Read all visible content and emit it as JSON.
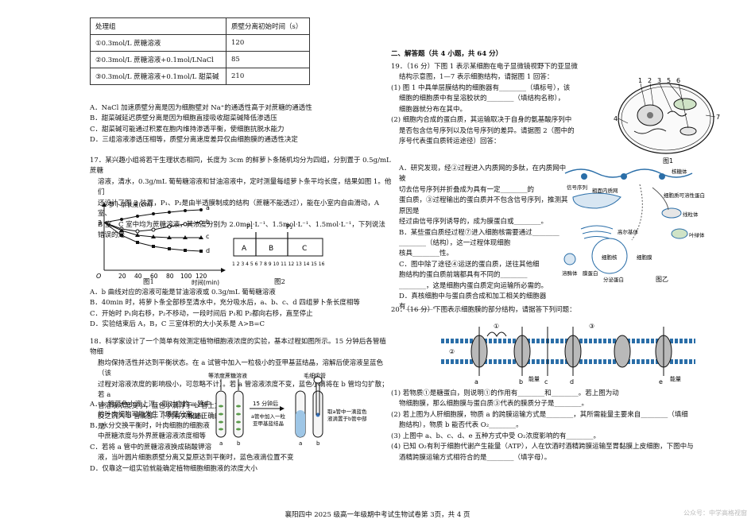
{
  "table": {
    "header": [
      "处理组",
      "质壁分离初始时间（s）"
    ],
    "rows": [
      [
        "①0.3mol/L 蔗糖溶液",
        "120"
      ],
      [
        "②0.3mol/L 蔗糖溶液+0.1mol/LNaCl",
        "85"
      ],
      [
        "③0.3mol/L 蔗糖溶液+0.1mol/L 甜菜碱",
        "210"
      ]
    ]
  },
  "left": {
    "q16_options": [
      "A．NaCl 加速质壁分离是因为细胞壁对 Na⁺的通透性高于对蔗糖的通透性",
      "B．甜菜碱延迟质壁分离是因为细胞直接吸收甜菜碱降低渗透压",
      "C．甜菜碱可能通过积累在胞内维持渗透平衡，使细胞抗脱水能力",
      "D．三组溶液渗透压相等，质壁分离速度差异仅由细胞膜的通透性决定"
    ],
    "q17_lines": [
      "17．某兴趣小组将若干生理状态相同，长度为 3cm 的鲜萝卜条随机均分为四组，分别置于 0.5g/mL 蔗糖",
      "溶液，清水，0.3g/mL 葡萄糖溶液和甘油溶液中，定时测量每组萝卜条平均长度，结果如图 1。他们",
      "还设计了图 2 装置，P₁、P₂是由半透膜制成的结构（蔗糖不能透过），能在小室内自由滑动，A 室、",
      "B 室、C 室中均为蔗糖溶液，其浓度分别为 2.0mol·L⁻¹、1.5mol·L⁻¹、1.5mol·L⁻¹，下列说法错误的是"
    ],
    "fig1": {
      "ylabel": "萝卜条长度(cm)",
      "xlabel": "时间(min)",
      "ytick": "3",
      "origin": "O",
      "xticks": [
        "20",
        "40",
        "60",
        "80",
        "100",
        "120"
      ],
      "curve_labels": [
        "a",
        "b",
        "c",
        "d"
      ],
      "caption": "图1"
    },
    "fig2": {
      "labels": [
        "P₁",
        "P₂"
      ],
      "chambers": [
        "A",
        "B",
        "C"
      ],
      "scale": "1 2 3 4 5 6 7 8 9 10 11 12 13 14 15 16",
      "caption": "图2"
    },
    "q17_options": [
      "A．b 曲线对应的溶液可能是甘油溶液或 0.3g/mL 葡萄糖溶液",
      "B．40min 时，将萝卜条全部移至清水中，充分吸水后，a、b、c、d 四组萝卜条长度相等",
      "C．开始时 P₁向右移，P₂不移动，一段时间后 P₁和 P₂都向右移，直至停止",
      "D．实验结束后 A，B，C 三室体积的大小关系是 A>B=C"
    ],
    "q18_lines": [
      "18．科学家设计了一个简单有效测定植物细胞液浓度的实验，基本过程如图所示。15 分钟后各管植物细",
      "胞均保持活性并达到平衡状态。在 a 试管中加入一粒极小的亚甲基蓝结晶，溶解后使溶液呈蓝色（该",
      "过程对溶液浓度的影响极小，可忽略不计）。若 a 管溶液浓度不变，蓝色小滴将在 b 管均匀扩散；若 a",
      "管溶液浓度变小，蓝色小滴浮于 b 管上方",
      "反之沉入 b 管底部。下列有关叙述正确的",
      "是"
    ],
    "q18_options": [
      "A．b 管蓝色小滴上浮，则对应的 a 管中",
      "的叶肉细胞可能发生了质壁分离",
      "B．水分交换平衡时，叶肉细胞的细胞液",
      "中蔗糖浓度与外界蔗糖溶液浓度相等",
      "C．若将 a 管中的蔗糖溶液换成硝酸钾溶",
      "液，当叶圆片细胞质壁分离又复原达到平衡时，蓝色液滴位置不变",
      "D．仅靠这一组实验就能确定植物细胞细胞液的浓度大小"
    ],
    "q18_fig": {
      "top_left": "等浓度蔗糖溶液",
      "top_right": "毛细吸管",
      "arrow_label": "15 分钟后",
      "note1": "a管中加入一粒",
      "note2": "亚甲基蓝结晶",
      "leaf": "叶圆片",
      "tube_a": "a",
      "tube_b": "b",
      "side1": "取a管中一滴蓝色",
      "side2": "液滴置于b管中部"
    }
  },
  "right": {
    "section": "二、解答题（共 4 小题，共 64 分）",
    "q19_lines": [
      "19．（16 分）下图 1 表示某细胞在电子显微镜视野下的亚显微",
      "结构示意图，1—7 表示细胞结构，请据图 1 回答：",
      "(1) 图 1 中具单层膜结构的细胞器有________（填标号），该",
      "细胞的细胞质中有呈溶胶状的________（填结构名称），",
      "细胞器就分布在其中。",
      "(2) 细胞内合成的蛋白质，其运输取决于自身的氨基酸序列中",
      "是否包含信号序列以及信号序列的差异。请据图 2（图中的",
      "序号代表蛋白质转运途径）回答：",
      "A．研究发现，经②过程进入内质网的多肽，在内质网中被",
      "切去信号序列并折叠成为具有一定________的",
      "蛋白质，③过程输出的蛋白质并不包含信号序列，推测其原因是",
      "经过由信号序列诱导的，成为膜蛋白或________。",
      "B．某些蛋白质经过程⑦进入细胞核需要通过________",
      "________（结构），这一过程体现细胞",
      "核具________性。",
      "C．图中除了途径④运送的蛋白质，送往其他细",
      "胞结构的蛋白质前端都具有不同的________",
      "________，这是细胞内蛋白质定向运输所必需的。",
      "D．真核细胞中与蛋白质合成和加工相关的细胞器",
      "有________。"
    ],
    "fig1": {
      "numbers": [
        "1",
        "2",
        "3",
        "4",
        "5",
        "6",
        "7"
      ],
      "caption": "图1"
    },
    "fig2": {
      "labels": [
        "信号序列",
        "粗面内质网",
        "核糖体",
        "高尔基体",
        "细胞核",
        "细胞质可溶性蛋白",
        "线粒体",
        "叶绿体",
        "细胞膜",
        "溶酶体",
        "膜蛋白",
        "分泌蛋白"
      ],
      "caption": "图乙"
    },
    "q20_head": "20．（16 分）下图表示细胞膜的部分结构，请据答下列问题：",
    "membrane": {
      "labels": [
        "a",
        "b",
        "c",
        "d",
        "e"
      ],
      "energy": "能量",
      "circled": [
        "①",
        "②",
        "③"
      ]
    },
    "q20_lines": [
      "(1) 若物质①是糖蛋白，则说明①的作用有________和________。若上图为动",
      "物细胞膜，那么细胞膜与蛋白质③代表的膜质分子是________。",
      "(2) 若上图为人肝细胞膜，物质 a 的跨膜运输方式是________，其所需能量主要来自________（填细",
      "胞结构），物质 b 能否代表 O₂________。",
      "(3) 上图中 a、b、c、d、e 五种方式中受 O₂浓度影响的有________。",
      "(4) 已知 O₂有利于细胞代谢产生能量（ATP），人在饮酒时酒精跨膜运输至胃黏膜上皮细胞，下图中与",
      "酒精跨膜运输方式相符合的是________（填字母）。"
    ]
  },
  "footer": "襄阳四中 2025 级高一年级期中考试生物试卷第 3页，共 4 页",
  "watermark": "公众号：中学高格视窗"
}
